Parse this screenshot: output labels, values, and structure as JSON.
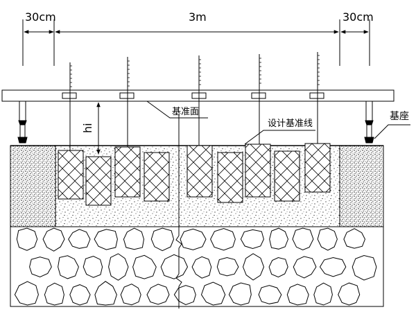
{
  "labels": {
    "dim_left": "30cm",
    "dim_center": "3m",
    "dim_right": "30cm",
    "datum_plane": "基准面",
    "design_line": "设计基准线",
    "base": "基座",
    "height_symbol": "hi"
  },
  "colors": {
    "line": "#000000",
    "background": "#ffffff"
  }
}
